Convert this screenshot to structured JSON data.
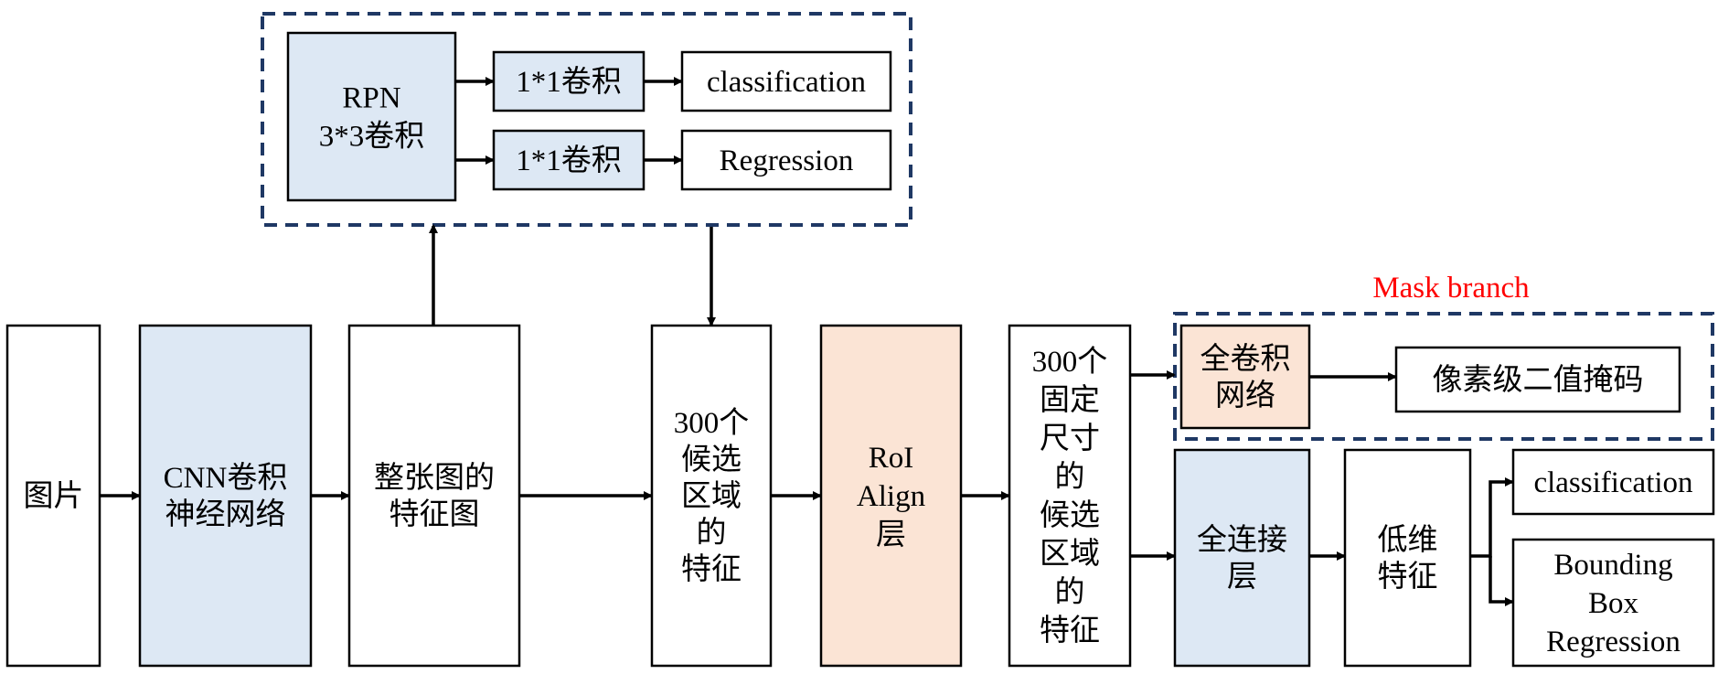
{
  "nodes": {
    "image": {
      "lines": [
        "图片"
      ],
      "fill": "#ffffff"
    },
    "cnn": {
      "lines": [
        "CNN卷积",
        "神经网络"
      ],
      "fill": "#dde8f4"
    },
    "feature_map": {
      "lines": [
        "整张图的",
        "特征图"
      ],
      "fill": "#ffffff"
    },
    "rpn": {
      "lines": [
        "RPN",
        "3*3卷积"
      ],
      "fill": "#dde8f4"
    },
    "conv_cls": {
      "lines": [
        "1*1卷积"
      ],
      "fill": "#dde8f4"
    },
    "conv_reg": {
      "lines": [
        "1*1卷积"
      ],
      "fill": "#dde8f4"
    },
    "rpn_cls": {
      "lines": [
        "classification"
      ],
      "fill": "#ffffff"
    },
    "rpn_reg": {
      "lines": [
        "Regression"
      ],
      "fill": "#ffffff"
    },
    "proposals": {
      "lines": [
        "300个",
        "候选",
        "区域",
        "的",
        "特征"
      ],
      "fill": "#ffffff"
    },
    "roi_align": {
      "lines": [
        "RoI",
        "Align",
        "层"
      ],
      "fill": "#fbe4d5"
    },
    "fixed_feat": {
      "lines": [
        "300个",
        "固定",
        "尺寸",
        "的",
        "候选",
        "区域",
        "的",
        "特征"
      ],
      "fill": "#ffffff"
    },
    "fcn": {
      "lines": [
        "全卷积",
        "网络"
      ],
      "fill": "#fbe4d5"
    },
    "mask": {
      "lines": [
        "像素级二值掩码"
      ],
      "fill": "#ffffff"
    },
    "fc": {
      "lines": [
        "全连接",
        "层"
      ],
      "fill": "#dde8f4"
    },
    "lowdim": {
      "lines": [
        "低维",
        "特征"
      ],
      "fill": "#ffffff"
    },
    "out_cls": {
      "lines": [
        "classification"
      ],
      "fill": "#ffffff"
    },
    "out_bbox": {
      "lines": [
        "Bounding",
        "Box",
        "Regression"
      ],
      "fill": "#ffffff"
    }
  },
  "mask_branch_label": "Mask branch",
  "colors": {
    "blue": "#dde8f4",
    "peach": "#fbe4d5",
    "dash": "#1f3864",
    "label_red": "#ff0000"
  }
}
